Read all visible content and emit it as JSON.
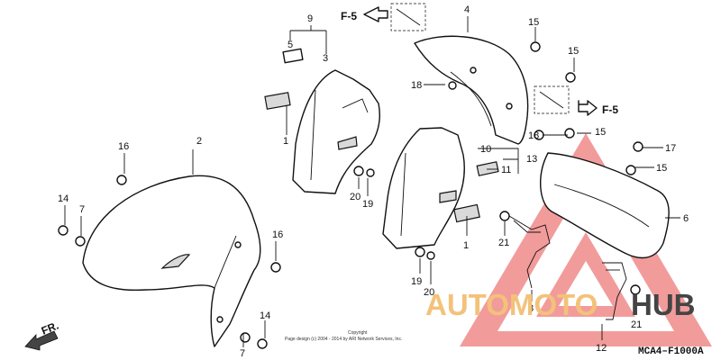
{
  "diagram": {
    "directions": {
      "top_left": "F-5",
      "right": "F-5",
      "front": "FR."
    },
    "diagram_code": "MCA4–F1000A",
    "copyright_line1": "Copyright",
    "copyright_line2": "Page design (c) 2004 - 2014 by ARI Network Services, Inc.",
    "watermark": {
      "part1": "AUTOMOTO",
      "part2": "HUB",
      "colors": {
        "triangle": "#ee7a7a",
        "text": "#f3c27a",
        "hub": "#444444"
      }
    },
    "callouts": [
      {
        "id": "c9",
        "label": "9"
      },
      {
        "id": "c5",
        "label": "5"
      },
      {
        "id": "c3",
        "label": "3"
      },
      {
        "id": "c1a",
        "label": "1"
      },
      {
        "id": "c2",
        "label": "2"
      },
      {
        "id": "c16a",
        "label": "16"
      },
      {
        "id": "c14a",
        "label": "14"
      },
      {
        "id": "c7a",
        "label": "7"
      },
      {
        "id": "c16b",
        "label": "16"
      },
      {
        "id": "c14b",
        "label": "14"
      },
      {
        "id": "c7b",
        "label": "7"
      },
      {
        "id": "c4",
        "label": "4"
      },
      {
        "id": "c15a",
        "label": "15"
      },
      {
        "id": "c15b",
        "label": "15"
      },
      {
        "id": "c18a",
        "label": "18"
      },
      {
        "id": "c18b",
        "label": "18"
      },
      {
        "id": "c15c",
        "label": "15"
      },
      {
        "id": "c17",
        "label": "17"
      },
      {
        "id": "c15d",
        "label": "15"
      },
      {
        "id": "c10",
        "label": "10"
      },
      {
        "id": "c13",
        "label": "13"
      },
      {
        "id": "c11",
        "label": "11"
      },
      {
        "id": "c1b",
        "label": "1"
      },
      {
        "id": "c20a",
        "label": "20"
      },
      {
        "id": "c19a",
        "label": "19"
      },
      {
        "id": "c19b",
        "label": "19"
      },
      {
        "id": "c20b",
        "label": "20"
      },
      {
        "id": "c6",
        "label": "6"
      },
      {
        "id": "c21a",
        "label": "21"
      },
      {
        "id": "c8",
        "label": "8"
      },
      {
        "id": "c21b",
        "label": "21"
      },
      {
        "id": "c12",
        "label": "12"
      }
    ]
  }
}
